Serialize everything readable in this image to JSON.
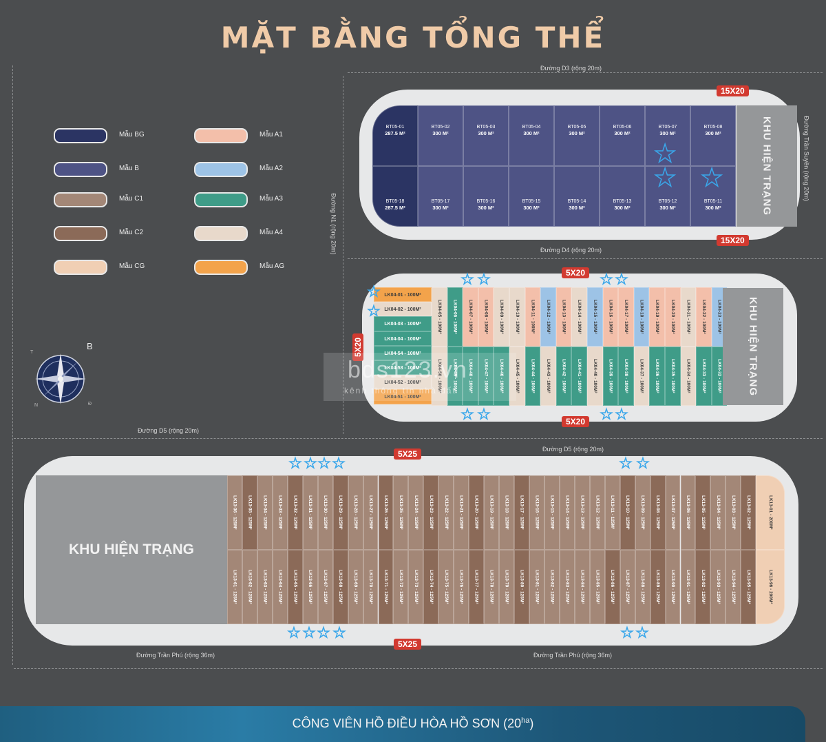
{
  "title": "MẶT BẰNG TỔNG THỂ",
  "colors": {
    "BG": "#2b3463",
    "B": "#4e5385",
    "C1": "#a38777",
    "C2": "#8b6a58",
    "CG": "#f0cfb4",
    "A1": "#f3bfaa",
    "A2": "#9dc3e6",
    "A3": "#3f9c88",
    "A4": "#e8d9cb",
    "AG": "#f3a34b"
  },
  "legend": {
    "left": [
      {
        "key": "BG",
        "label": "Mẫu BG"
      },
      {
        "key": "B",
        "label": "Mẫu B"
      },
      {
        "key": "C1",
        "label": "Mẫu C1"
      },
      {
        "key": "C2",
        "label": "Mẫu C2"
      },
      {
        "key": "CG",
        "label": "Mẫu CG"
      }
    ],
    "right": [
      {
        "key": "A1",
        "label": "Mẫu A1"
      },
      {
        "key": "A2",
        "label": "Mẫu A2"
      },
      {
        "key": "A3",
        "label": "Mẫu A3"
      },
      {
        "key": "A4",
        "label": "Mẫu A4"
      },
      {
        "key": "AG",
        "label": "Mẫu AG"
      }
    ]
  },
  "roads": {
    "d3": "Đường D3 (rộng 20m)",
    "d4": "Đường D4 (rộng 20m)",
    "d5_left": "Đường D5 (rộng 20m)",
    "d5_right": "Đường D5 (rộng 20m)",
    "n1": "Đường N1 (rộng 20m)",
    "tran_suyen": "Đường Trần Suyền (rộng 20m)",
    "tran_phu_left": "Đường Trần Phú (rộng 36m)",
    "tran_phu_right": "Đường Trần Phú (rộng 36m)"
  },
  "badges": {
    "bt_top": "15X20",
    "bt_bottom": "15X20",
    "lk04_top": "5X20",
    "lk04_bottom": "5X20",
    "lk04_left": "5X20",
    "lk13_top": "5X25",
    "lk13_bottom": "5X25"
  },
  "khu_hien_trang": {
    "bt05": "KHU HIỆN TRẠNG",
    "lk04": "KHU HIỆN TRẠNG",
    "lk13": "KHU HIỆN TRẠNG"
  },
  "bt05": {
    "top": [
      {
        "code": "BT05-01",
        "area": "287.5 M²",
        "type": "BG"
      },
      {
        "code": "BT05-02",
        "area": "300 M²",
        "type": "B"
      },
      {
        "code": "BT05-03",
        "area": "300 M²",
        "type": "B"
      },
      {
        "code": "BT05-04",
        "area": "300 M²",
        "type": "B"
      },
      {
        "code": "BT05-05",
        "area": "300 M²",
        "type": "B"
      },
      {
        "code": "BT05-06",
        "area": "300 M²",
        "type": "B"
      },
      {
        "code": "BT05-07",
        "area": "300 M²",
        "type": "B"
      },
      {
        "code": "BT05-08",
        "area": "300 M²",
        "type": "B"
      }
    ],
    "bottom": [
      {
        "code": "BT05-18",
        "area": "287.5 M²",
        "type": "BG"
      },
      {
        "code": "BT05-17",
        "area": "300 M²",
        "type": "B"
      },
      {
        "code": "BT05-16",
        "area": "300 M²",
        "type": "B"
      },
      {
        "code": "BT05-15",
        "area": "300 M²",
        "type": "B"
      },
      {
        "code": "BT05-14",
        "area": "300 M²",
        "type": "B"
      },
      {
        "code": "BT05-13",
        "area": "300 M²",
        "type": "B"
      },
      {
        "code": "BT05-12",
        "area": "300 M²",
        "type": "B"
      },
      {
        "code": "BT05-11",
        "area": "300 M²",
        "type": "B"
      }
    ]
  },
  "lk04": {
    "left": [
      {
        "text": "LK04-01 - 100M²",
        "type": "AG"
      },
      {
        "text": "LK04-02 - 100M²",
        "type": "A4"
      },
      {
        "text": "LK04-03 - 100M²",
        "type": "A3"
      },
      {
        "text": "LK04-04 - 100M²",
        "type": "A3"
      },
      {
        "text": "LK04-54 - 100M²",
        "type": "A3"
      },
      {
        "text": "LK04-53 - 100M²",
        "type": "A3"
      },
      {
        "text": "LK04-52 - 100M²",
        "type": "A4"
      },
      {
        "text": "LK04-51 - 100M²",
        "type": "AG"
      }
    ],
    "top": [
      {
        "text": "LK04-05 - 100M²",
        "type": "A4"
      },
      {
        "text": "LK04-06 - 100M²",
        "type": "A3"
      },
      {
        "text": "LK04-07 - 100M²",
        "type": "A1"
      },
      {
        "text": "LK04-08 - 100M²",
        "type": "A1"
      },
      {
        "text": "LK04-09 - 100M²",
        "type": "A4"
      },
      {
        "text": "LK04-10 - 100M²",
        "type": "A4"
      },
      {
        "text": "LK04-11 - 100M²",
        "type": "A1"
      },
      {
        "text": "LK04-12 - 100M²",
        "type": "A2"
      },
      {
        "text": "LK04-13 - 100M²",
        "type": "A1"
      },
      {
        "text": "LK04-14 - 100M²",
        "type": "A4"
      },
      {
        "text": "LK04-15 - 100M²",
        "type": "A2"
      },
      {
        "text": "LK04-16 - 100M²",
        "type": "A1"
      },
      {
        "text": "LK04-17 - 100M²",
        "type": "A1"
      },
      {
        "text": "LK04-18 - 100M²",
        "type": "A2"
      },
      {
        "text": "LK04-19 - 100M²",
        "type": "A1"
      },
      {
        "text": "LK04-20 - 100M²",
        "type": "A1"
      },
      {
        "text": "LK04-21 - 100M²",
        "type": "A4"
      },
      {
        "text": "LK04-22 - 100M²",
        "type": "A1"
      },
      {
        "text": "LK04-23 - 100M²",
        "type": "A2"
      }
    ],
    "bottom": [
      {
        "text": "LK04-50 - 100M²",
        "type": "A4"
      },
      {
        "text": "LK04-49 - 100M²",
        "type": "A3"
      },
      {
        "text": "LK04-48 - 100M²",
        "type": "A3"
      },
      {
        "text": "LK04-47 - 100M²",
        "type": "A3"
      },
      {
        "text": "LK04-46 - 100M²",
        "type": "A3"
      },
      {
        "text": "LK04-45 - 100M²",
        "type": "A4"
      },
      {
        "text": "LK04-44 - 100M²",
        "type": "A3"
      },
      {
        "text": "LK04-43 - 100M²",
        "type": "A4"
      },
      {
        "text": "LK04-42 - 100M²",
        "type": "A3"
      },
      {
        "text": "LK04-41 - 100M²",
        "type": "A3"
      },
      {
        "text": "LK04-40 - 100M²",
        "type": "A4"
      },
      {
        "text": "LK04-39 - 100M²",
        "type": "A3"
      },
      {
        "text": "LK04-38 - 100M²",
        "type": "A3"
      },
      {
        "text": "LK04-37 - 100M²",
        "type": "A4"
      },
      {
        "text": "LK04-36 - 100M²",
        "type": "A3"
      },
      {
        "text": "LK04-35 - 100M²",
        "type": "A3"
      },
      {
        "text": "LK04-34 - 100M²",
        "type": "A4"
      },
      {
        "text": "LK04-33 - 100M²",
        "type": "A3"
      },
      {
        "text": "LK04-32 - 100M²",
        "type": "A3"
      }
    ]
  },
  "lk13": {
    "top": [
      {
        "text": "LK13-36 - 125M²",
        "type": "C1"
      },
      {
        "text": "LK13-35 - 125M²",
        "type": "C2"
      },
      {
        "text": "LK13-34 - 125M²",
        "type": "C1"
      },
      {
        "text": "LK13-33 - 125M²",
        "type": "C1"
      },
      {
        "text": "LK13-32 - 125M²",
        "type": "C2"
      },
      {
        "text": "LK13-31 - 125M²",
        "type": "C1"
      },
      {
        "text": "LK13-30 - 125M²",
        "type": "C1"
      },
      {
        "text": "LK13-29 - 125M²",
        "type": "C2"
      },
      {
        "text": "LK13-28 - 125M²",
        "type": "C1"
      },
      {
        "text": "LK13-27 - 125M²",
        "type": "C1"
      },
      {
        "text": "LK13-26 - 125M²",
        "type": "C2"
      },
      {
        "text": "LK13-25 - 125M²",
        "type": "C1"
      },
      {
        "text": "LK13-24 - 125M²",
        "type": "C1"
      },
      {
        "text": "LK13-23 - 125M²",
        "type": "C2"
      },
      {
        "text": "LK13-22 - 125M²",
        "type": "C1"
      },
      {
        "text": "LK13-21 - 125M²",
        "type": "C1"
      },
      {
        "text": "LK13-20 - 125M²",
        "type": "C2"
      },
      {
        "text": "LK13-19 - 125M²",
        "type": "C1"
      },
      {
        "text": "LK13-18 - 125M²",
        "type": "C1"
      },
      {
        "text": "LK13-17 - 125M²",
        "type": "C2"
      },
      {
        "text": "LK13-16 - 125M²",
        "type": "C1"
      },
      {
        "text": "LK13-15 - 125M²",
        "type": "C1"
      },
      {
        "text": "LK13-14 - 125M²",
        "type": "C1"
      },
      {
        "text": "LK13-13 - 125M²",
        "type": "C1"
      },
      {
        "text": "LK13-12 - 125M²",
        "type": "C1"
      },
      {
        "text": "LK13-11 - 125M²",
        "type": "C1"
      },
      {
        "text": "LK13-10 - 125M²",
        "type": "C2"
      },
      {
        "text": "LK13-09 - 125M²",
        "type": "C1"
      },
      {
        "text": "LK13-08 - 125M²",
        "type": "C2"
      },
      {
        "text": "LK13-07 - 125M²",
        "type": "C1"
      },
      {
        "text": "LK13-06 - 125M²",
        "type": "C1"
      },
      {
        "text": "LK13-05 - 125M²",
        "type": "C2"
      },
      {
        "text": "LK13-04 - 125M²",
        "type": "C1"
      },
      {
        "text": "LK13-03 - 125M²",
        "type": "C1"
      },
      {
        "text": "LK13-02 - 125M²",
        "type": "C2"
      },
      {
        "text": "LK13-01 - 200M²",
        "type": "CG"
      }
    ],
    "bottom": [
      {
        "text": "LK13-61 - 125M²",
        "type": "C1"
      },
      {
        "text": "LK13-62 - 125M²",
        "type": "C1"
      },
      {
        "text": "LK13-63 - 125M²",
        "type": "C1"
      },
      {
        "text": "LK13-64 - 125M²",
        "type": "C1"
      },
      {
        "text": "LK13-65 - 125M²",
        "type": "C2"
      },
      {
        "text": "LK13-66 - 125M²",
        "type": "C1"
      },
      {
        "text": "LK13-67 - 125M²",
        "type": "C1"
      },
      {
        "text": "LK13-68 - 125M²",
        "type": "C2"
      },
      {
        "text": "LK13-69 - 125M²",
        "type": "C1"
      },
      {
        "text": "LK13-70 - 125M²",
        "type": "C1"
      },
      {
        "text": "LK13-71 - 125M²",
        "type": "C2"
      },
      {
        "text": "LK13-72 - 125M²",
        "type": "C1"
      },
      {
        "text": "LK13-73 - 125M²",
        "type": "C1"
      },
      {
        "text": "LK13-74 - 125M²",
        "type": "C2"
      },
      {
        "text": "LK13-75 - 125M²",
        "type": "C1"
      },
      {
        "text": "LK13-76 - 125M²",
        "type": "C1"
      },
      {
        "text": "LK13-77 - 125M²",
        "type": "C2"
      },
      {
        "text": "LK13-78 - 125M²",
        "type": "C1"
      },
      {
        "text": "LK13-79 - 125M²",
        "type": "C1"
      },
      {
        "text": "LK13-80 - 125M²",
        "type": "C2"
      },
      {
        "text": "LK13-81 - 125M²",
        "type": "C1"
      },
      {
        "text": "LK13-82 - 125M²",
        "type": "C1"
      },
      {
        "text": "LK13-83 - 125M²",
        "type": "C1"
      },
      {
        "text": "LK13-84 - 125M²",
        "type": "C1"
      },
      {
        "text": "LK13-85 - 125M²",
        "type": "C1"
      },
      {
        "text": "LK13-86 - 125M²",
        "type": "C2"
      },
      {
        "text": "LK13-87 - 125M²",
        "type": "C1"
      },
      {
        "text": "LK13-88 - 125M²",
        "type": "C1"
      },
      {
        "text": "LK13-89 - 125M²",
        "type": "C2"
      },
      {
        "text": "LK13-90 - 125M²",
        "type": "C1"
      },
      {
        "text": "LK13-91 - 125M²",
        "type": "C1"
      },
      {
        "text": "LK13-92 - 125M²",
        "type": "C2"
      },
      {
        "text": "LK13-93 - 125M²",
        "type": "C1"
      },
      {
        "text": "LK13-94 - 125M²",
        "type": "C1"
      },
      {
        "text": "LK13-95 - 125M²",
        "type": "C2"
      },
      {
        "text": "LK13-96 - 200M²",
        "type": "CG"
      }
    ]
  },
  "compass": {
    "north": "B",
    "south": "N",
    "east": "Đ",
    "west": "T"
  },
  "watermark": {
    "main": "bds123.vn",
    "sub": "kênh thông tin nhà đất"
  },
  "lake": {
    "name": "CÔNG VIÊN HỒ ĐIỀU HÒA HỒ SƠN (20",
    "sup": "ha",
    "close": ")"
  }
}
